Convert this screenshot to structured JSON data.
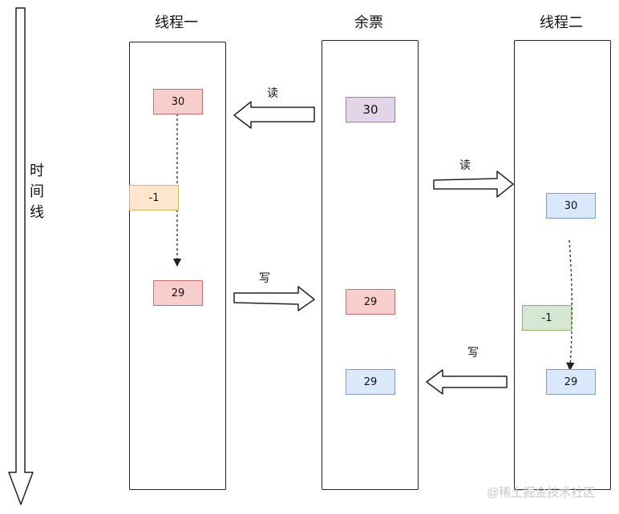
{
  "columns": {
    "thread1": "线程一",
    "remaining": "余票",
    "thread2": "线程二"
  },
  "timeline": {
    "chars": [
      "时",
      "间",
      "线"
    ]
  },
  "thread1": {
    "read_value": "30",
    "decrement": "-1",
    "result": "29"
  },
  "remaining": {
    "initial": "30",
    "after_thread1": "29",
    "after_thread2": "29"
  },
  "thread2": {
    "read_value": "30",
    "decrement": "-1",
    "result": "29"
  },
  "arrows": {
    "read1": "读",
    "write1": "写",
    "read2": "读",
    "write2": "写"
  },
  "watermark": "@稀土掘金技术社区"
}
